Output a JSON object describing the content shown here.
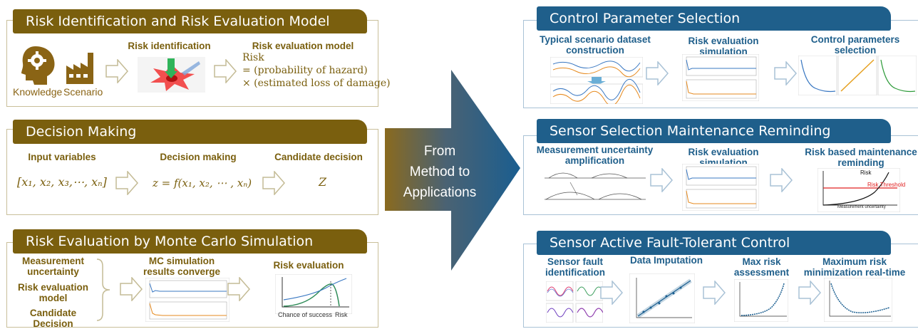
{
  "left": {
    "risk_model": {
      "title": "Risk Identification and Risk Evaluation Model",
      "knowledge": "Knowledge",
      "scenario": "Scenario",
      "risk_identification": "Risk identification",
      "risk_evaluation_model": "Risk evaluation model",
      "formula_line1": "Risk",
      "formula_line2": "= (probability of hazard)",
      "formula_line3": "× (estimated loss of damage)"
    },
    "decision": {
      "title": "Decision Making",
      "input_variables": "Input variables",
      "decision_making": "Decision making",
      "candidate_decision": "Candidate decision",
      "input_formula": "[x₁, x₂, x₃,⋯, xₙ]",
      "decision_formula": "z = f(x₁, x₂, ⋯ , xₙ)",
      "candidate_symbol": "Z"
    },
    "monte_carlo": {
      "title": "Risk Evaluation by Monte Carlo Simulation",
      "measurement_uncertainty": "Measurement uncertainty",
      "risk_evaluation_model": "Risk evaluation model",
      "candidate_decision": "Candidate Decision",
      "mc_results": "MC simulation results converge",
      "risk_evaluation": "Risk evaluation",
      "chance_of_success": "Chance of success",
      "risk": "Risk"
    }
  },
  "center": {
    "line1": "From",
    "line2": "Method to",
    "line3": "Applications"
  },
  "right": {
    "control_param": {
      "title": "Control Parameter Selection",
      "dataset": "Typical scenario dataset construction",
      "risk_sim": "Risk evaluation simulation",
      "control_params": "Control parameters selection"
    },
    "sensor_selection": {
      "title": "Sensor Selection Maintenance Reminding",
      "measurement_amp": "Measurement uncertainty amplification",
      "risk_sim": "Risk evaluation simulation",
      "maintenance": "Risk based maintenance reminding",
      "risk_label": "Risk",
      "risk_threshold": "Risk Threshold",
      "x_label": "Measurement uncertainty"
    },
    "fault_tolerant": {
      "title": "Sensor Active Fault-Tolerant Control",
      "fault_id": "Sensor fault identification",
      "imputation": "Data Imputation",
      "max_risk": "Max risk assessment",
      "minimization": "Maximum risk minimization real-time control"
    }
  },
  "colors": {
    "olive": "#7a5f0e",
    "navy": "#1f5f8b",
    "arrow_blue": "#1a5e90",
    "arrow_brown": "#8a6a1f"
  }
}
